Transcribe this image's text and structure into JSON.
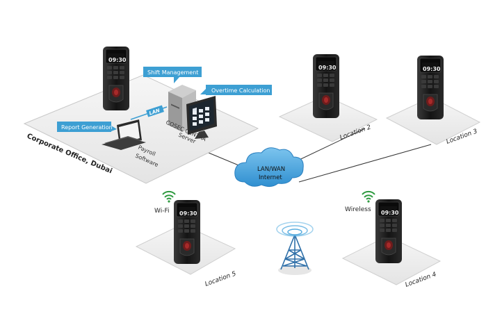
{
  "office": {
    "label": "Corporate Office, Dubai",
    "lan_tag": "LAN",
    "server_label_line1": "COSEC CENTRA",
    "server_label_line2": "Server",
    "payroll_line1": "Payroll",
    "payroll_line2": "Software"
  },
  "callouts": {
    "shift": "Shift Management",
    "overtime": "Overtime  Calculation",
    "report": "Report  Generation"
  },
  "cloud": {
    "line1": "LAN/WAN",
    "line2": "Internet"
  },
  "device": {
    "display_time": "09:30"
  },
  "locations": {
    "loc2": "Location 2",
    "loc3": "Location 3",
    "loc4": "Location 4",
    "loc5": "Location 5"
  },
  "connections": {
    "wifi": "Wi-Fi",
    "wireless": "Wireless"
  },
  "colors": {
    "callout_bg": "#3d9fd3",
    "cloud_fill": "#4aa6de",
    "device_body": "#1c1c1c",
    "platform": "#efefef",
    "tower": "#2e6fa8"
  }
}
